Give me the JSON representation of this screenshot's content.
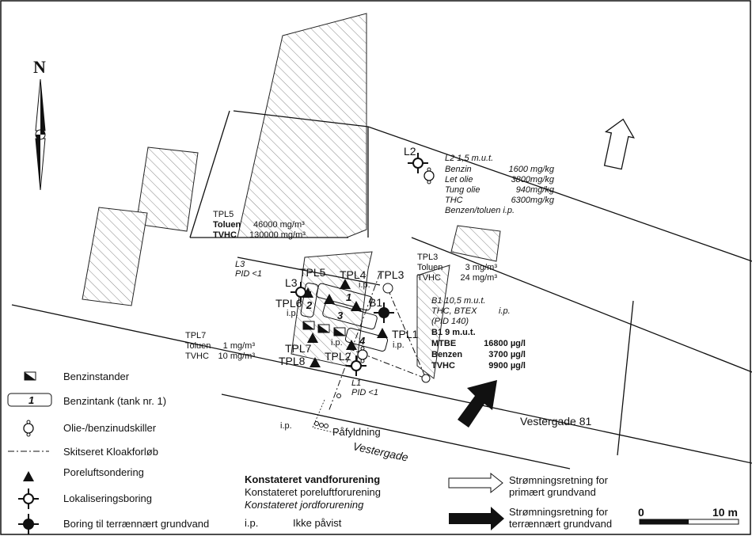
{
  "north": "N",
  "labels": {
    "l2": "L2",
    "l3": "L3",
    "l1": "L1",
    "b1": "B1",
    "tpl1": "TPL1",
    "tpl2": "TPL2",
    "tpl3": "TPL3",
    "tpl4": "TPL4",
    "tpl5": "TPL5",
    "tpl6": "TPL6",
    "tpl7": "TPL7",
    "tpl8": "TPL8",
    "ip": "i.p.",
    "tank1": "1",
    "tank2": "2",
    "tank3": "3",
    "tank4": "4",
    "street": "Vestergade",
    "address": "Vestergade 81",
    "filling": "Påfyldning"
  },
  "annotations": {
    "l2": [
      "L2 1,5 m.u.t.",
      "Benzin",
      "1600 mg/kg",
      "Let olie",
      "3800mg/kg",
      "Tung olie",
      "940mg/kg",
      "THC",
      "6300mg/kg",
      "Benzen/toluen i.p."
    ],
    "tpl5": [
      "TPL5",
      "Toluen",
      "46000 mg/m³",
      "TVHC",
      "130000 mg/m³"
    ],
    "tpl3": [
      "TPL3",
      "Toluen",
      "3 mg/m³",
      "TVHC",
      "24 mg/m³"
    ],
    "tpl7": [
      "TPL7",
      "Toluen",
      "1 mg/m³",
      "TVHC",
      "10 mg/m³"
    ],
    "l3": [
      "L3",
      "PID <1"
    ],
    "l1": [
      "L1",
      "PID <1"
    ],
    "b1": [
      "B1 10,5 m.u.t.",
      "THC, BTEX",
      "i.p.",
      "(PID 140)",
      "B1 9 m.u.t.",
      "MTBE",
      "16800 µg/l",
      "Benzen",
      "3700 µg/l",
      "TVHC",
      "9900 µg/l"
    ]
  },
  "legend": {
    "items": [
      "Benzinstander",
      "Benzintank (tank nr. 1)",
      "Olie-/benzinudskiller",
      "Skitseret Kloakforløb",
      "Poreluftsondering",
      "Lokaliseringsboring",
      "Boring til terrænnært grundvand"
    ],
    "tank_symbol": "1",
    "types": [
      "Konstateret vandforurening",
      "Konstateret poreluftforurening",
      "Konstateret jordforurening"
    ],
    "ip_abbr": "i.p.",
    "ip_text": "Ikke påvist",
    "flow_primary": [
      "Strømningsretning for",
      "primært grundvand"
    ],
    "flow_shallow": [
      "Strømningsretning for",
      "terrænnært grundvand"
    ]
  },
  "scale": {
    "start": "0",
    "end": "10 m"
  }
}
